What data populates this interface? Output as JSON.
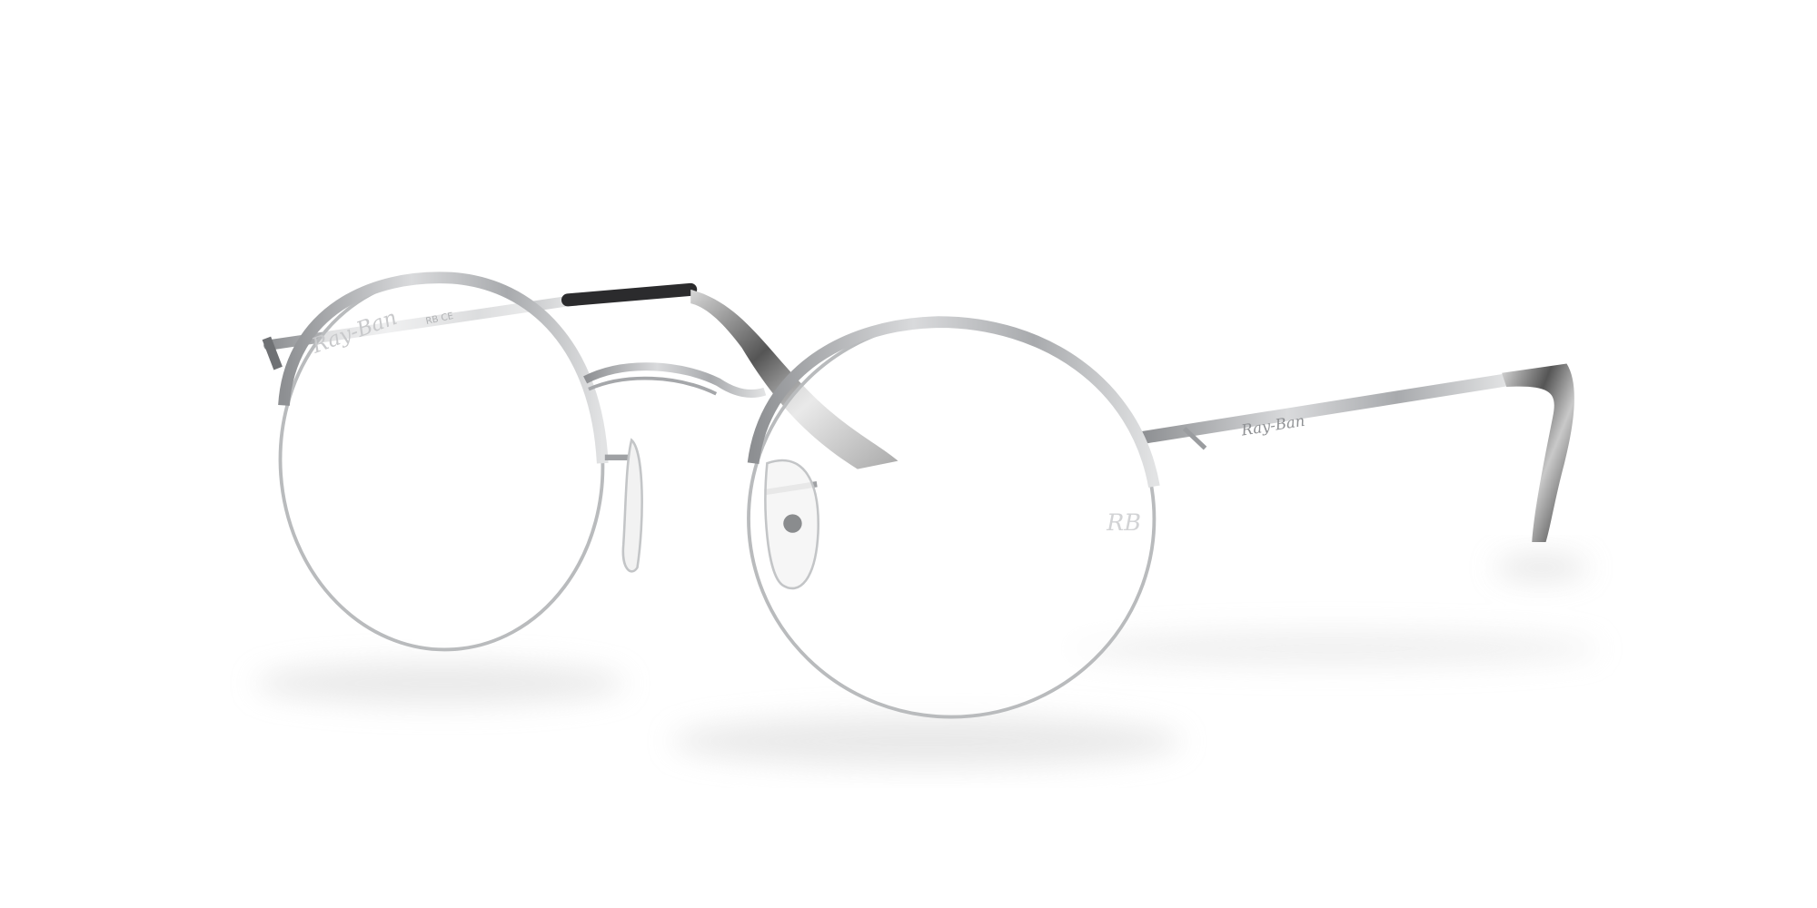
{
  "product": {
    "type": "eyeglasses",
    "lens_logo": "Ray-Ban",
    "lens_monogram": "RB",
    "temple_logo": "Ray-Ban",
    "temple_marking": "RB CE"
  },
  "colors": {
    "background": "#ffffff",
    "frame_silver": "#b4b6b8",
    "frame_dark": "#8a8c8e",
    "temple_tip": "#2b2b2d",
    "shadow": "#e6e6e6"
  }
}
